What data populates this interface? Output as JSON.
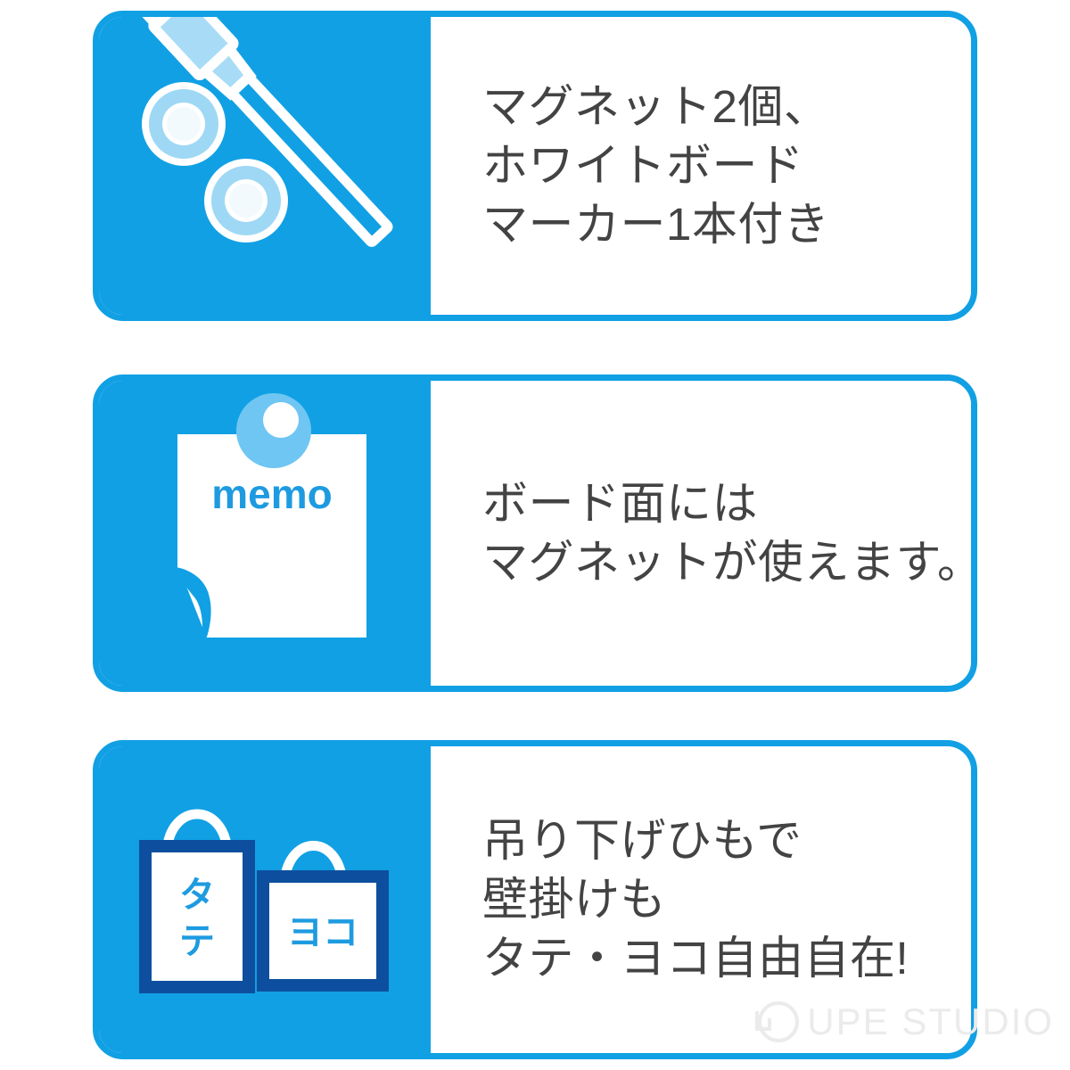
{
  "page": {
    "background_color": "#ffffff",
    "accent_blue": "#11A0E4",
    "light_blue": "#8FD3F4",
    "navy": "#0D4F9E",
    "text_color": "#434343",
    "memo_label": "memo",
    "tate_label": "タテ",
    "yoko_label": "ヨコ"
  },
  "panels": [
    {
      "id": "panel-1",
      "icon_name": "magnets-and-marker-icon",
      "lines": [
        "マグネット2個、",
        "ホワイトボード",
        "マーカー1本付き"
      ]
    },
    {
      "id": "panel-2",
      "icon_name": "memo-with-magnet-icon",
      "lines": [
        "ボード面には",
        "マグネットが使えます。"
      ]
    },
    {
      "id": "panel-3",
      "icon_name": "portrait-landscape-hanging-icon",
      "lines": [
        "吊り下げひもで",
        "壁掛けも",
        "タテ・ヨコ自由自在!"
      ]
    }
  ],
  "watermark": {
    "text": "UPE STUDIO",
    "color": "#ebebeb"
  }
}
